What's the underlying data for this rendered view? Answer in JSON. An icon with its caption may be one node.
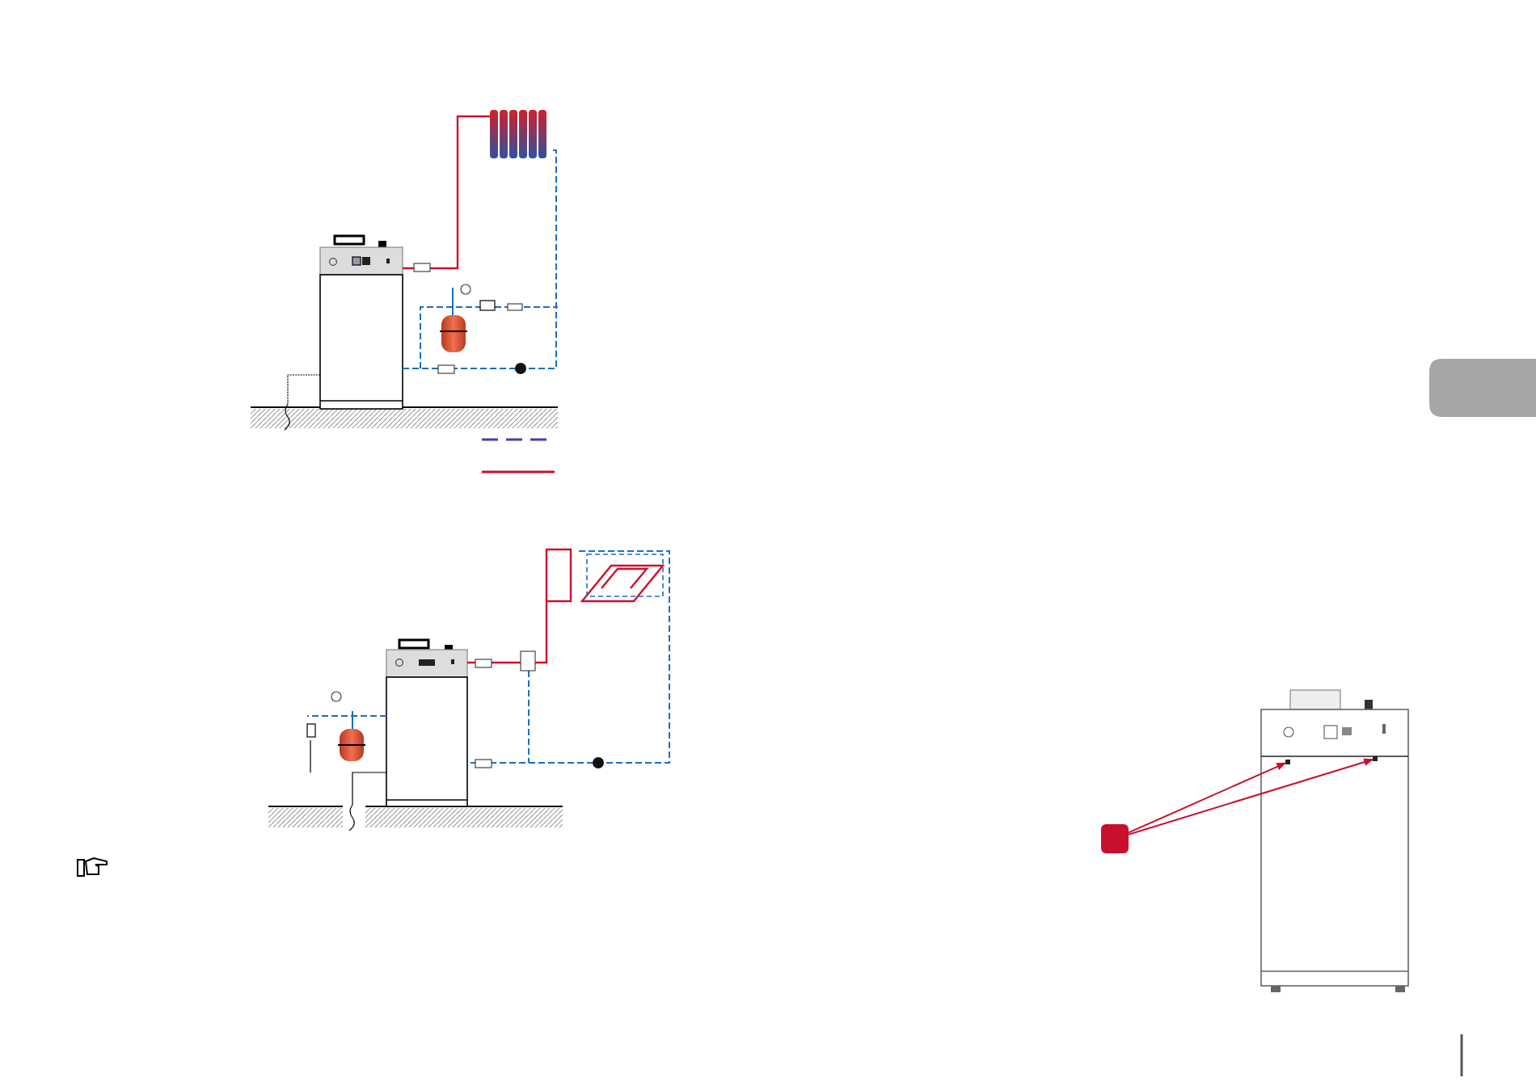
{
  "diagram": {
    "nodes": [
      {
        "text": [],
        "shape": "box"
      },
      {
        "text": [],
        "shape": "box"
      },
      {
        "text": [],
        "shape": "box"
      }
    ],
    "edges": [
      {
        "from": 0,
        "to": 1,
        "arrow": "to"
      },
      {
        "from": 0,
        "to": 2,
        "arrow": "to"
      }
    ]
  }
}
